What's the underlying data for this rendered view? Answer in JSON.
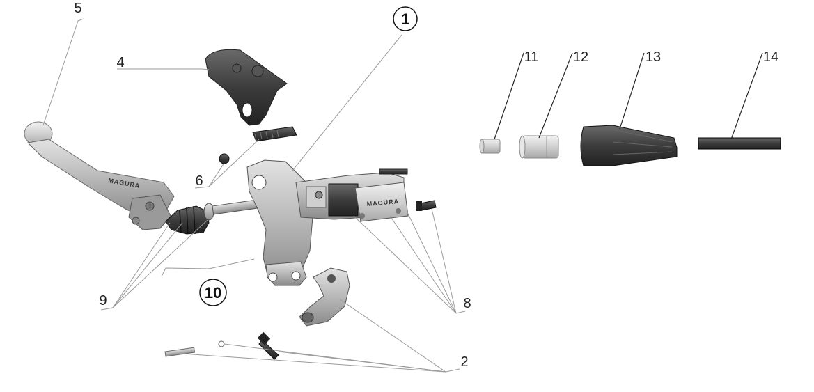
{
  "brand_text": "MAGURA",
  "callouts": {
    "c1": "1",
    "c2": "2",
    "c4": "4",
    "c5": "5",
    "c6": "6",
    "c8": "8",
    "c9": "9",
    "c10": "10",
    "c11": "11",
    "c12": "12",
    "c13": "13",
    "c14": "14"
  },
  "colors": {
    "metal": "#bdbdbd",
    "metal_dark": "#8f8f8f",
    "rubber": "#3a3a3a",
    "black": "#111111",
    "leader": "#9a9a9a"
  }
}
